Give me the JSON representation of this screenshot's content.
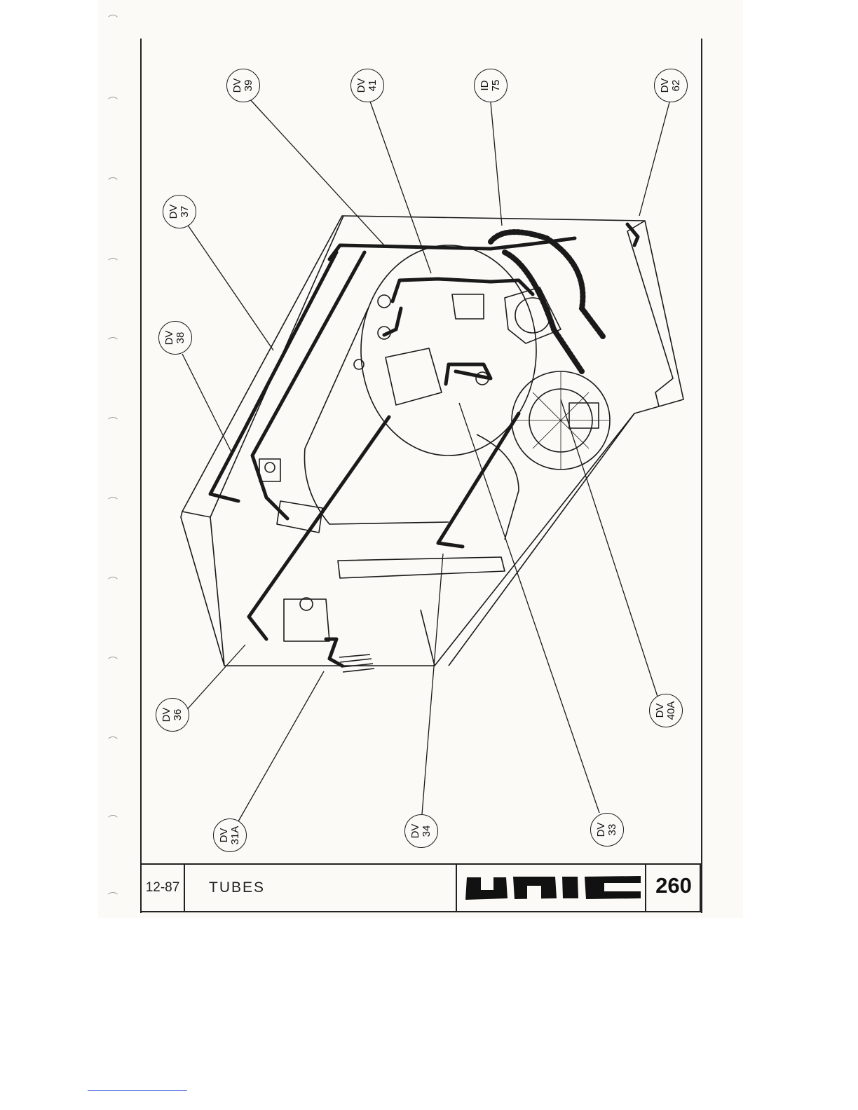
{
  "callouts": [
    {
      "id": "dv-39",
      "line1": "DV",
      "line2": "39"
    },
    {
      "id": "dv-41",
      "line1": "DV",
      "line2": "41"
    },
    {
      "id": "id-75",
      "line1": "ID",
      "line2": "75"
    },
    {
      "id": "dv-62",
      "line1": "DV",
      "line2": "62"
    },
    {
      "id": "dv-37",
      "line1": "DV",
      "line2": "37"
    },
    {
      "id": "dv-38",
      "line1": "DV",
      "line2": "38"
    },
    {
      "id": "dv-36",
      "line1": "DV",
      "line2": "36"
    },
    {
      "id": "dv-31a",
      "line1": "DV",
      "line2": "31A"
    },
    {
      "id": "dv-34",
      "line1": "DV",
      "line2": "34"
    },
    {
      "id": "dv-33",
      "line1": "DV",
      "line2": "33"
    },
    {
      "id": "dv-40a",
      "line1": "DV",
      "line2": "40A"
    }
  ],
  "title_block": {
    "date": "12-87",
    "title": "TUBES",
    "logo": "UNIC",
    "page": "260"
  },
  "colors": {
    "ink": "#1a1a1a",
    "paper": "#fbfaf6"
  }
}
